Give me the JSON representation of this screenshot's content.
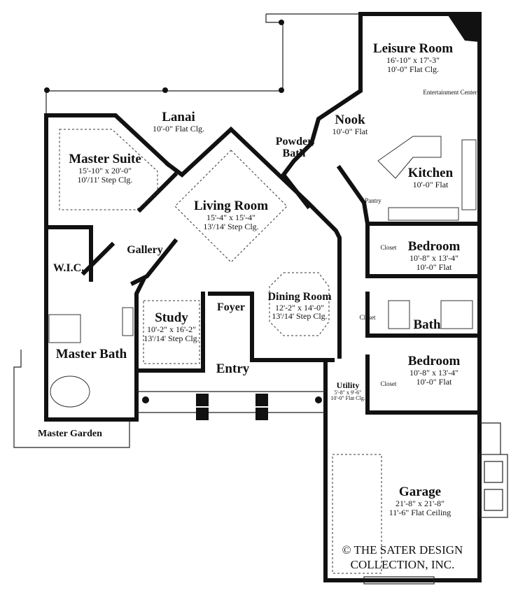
{
  "rooms": {
    "leisure": {
      "name": "Leisure Room",
      "dims": "16'-10\" x 17'-3\"",
      "clg": "10'-0\" Flat Clg."
    },
    "entertainment": {
      "label": "Entertainment Center"
    },
    "nook": {
      "name": "Nook",
      "clg": "10'-0\" Flat"
    },
    "lanai": {
      "name": "Lanai",
      "clg": "10'-0\" Flat Clg."
    },
    "powder": {
      "name_line1": "Powder",
      "name_line2": "Bath"
    },
    "master_suite": {
      "name": "Master Suite",
      "dims": "15'-10\" x 20'-0\"",
      "clg": "10'/11' Step Clg."
    },
    "kitchen": {
      "name": "Kitchen",
      "clg": "10'-0\" Flat"
    },
    "pantry": {
      "label": "Pantry"
    },
    "living": {
      "name": "Living Room",
      "dims": "15'-4\" x 15'-4\"",
      "clg": "13'/14' Step Clg."
    },
    "bedroom1": {
      "name": "Bedroom",
      "dims": "10'-8\" x 13'-4\"",
      "clg": "10'-0\" Flat"
    },
    "closet1": {
      "label": "Closet"
    },
    "gallery": {
      "name": "Gallery"
    },
    "wic": {
      "name": "W.I.C."
    },
    "dining": {
      "name": "Dining Room",
      "dims": "12'-2\" x 14'-0\"",
      "clg": "13'/14' Step Clg."
    },
    "foyer": {
      "name": "Foyer"
    },
    "study": {
      "name": "Study",
      "dims": "10'-2\" x 16'-2\"",
      "clg": "13'/14' Step Clg."
    },
    "closet2": {
      "label": "Closet"
    },
    "bath": {
      "name": "Bath"
    },
    "master_bath": {
      "name": "Master Bath"
    },
    "entry": {
      "name": "Entry"
    },
    "bedroom2": {
      "name": "Bedroom",
      "dims": "10'-8\" x 13'-4\"",
      "clg": "10'-0\" Flat"
    },
    "closet3": {
      "label": "Closet"
    },
    "utility": {
      "name": "Utility",
      "dims": "5'-8\" x 9'-6\"",
      "clg": "10'-0\" Flat Clg."
    },
    "master_garden": {
      "name": "Master Garden"
    },
    "garage": {
      "name": "Garage",
      "dims": "21'-8\" x 21'-8\"",
      "clg": "11'-6\" Flat Ceiling"
    }
  },
  "copyright": {
    "line1": "© THE SATER DESIGN",
    "line2": "COLLECTION, INC."
  }
}
